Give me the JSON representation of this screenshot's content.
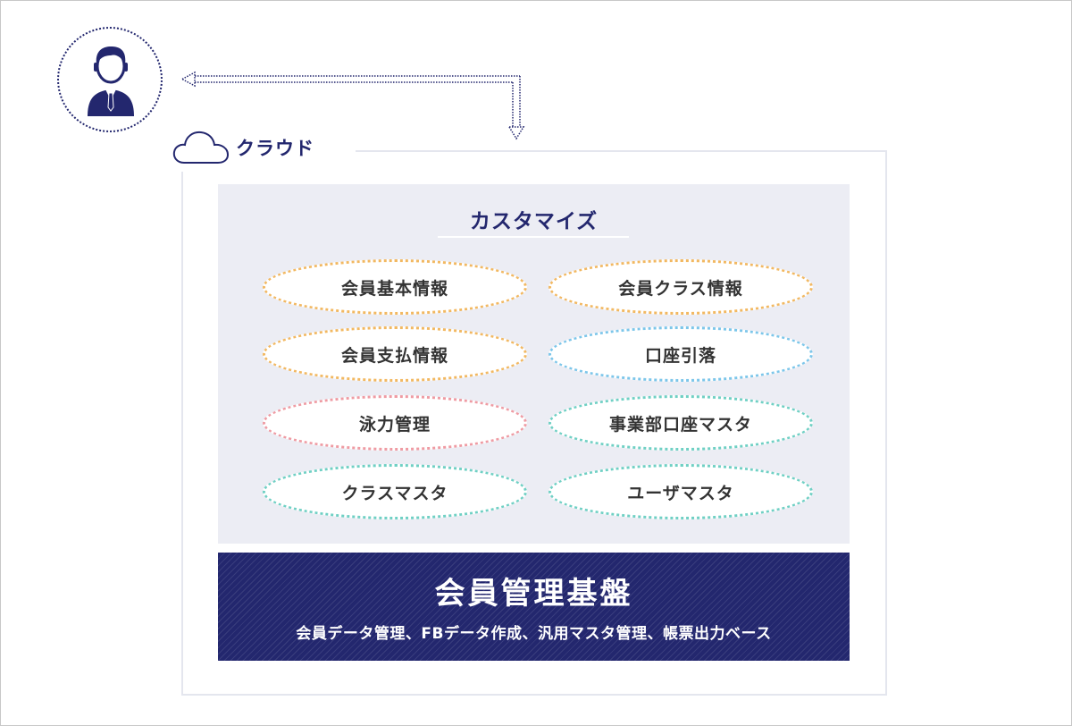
{
  "colors": {
    "navy": "#23276e",
    "panel_bg": "#ecedf4",
    "orange": "#f2b861",
    "blue": "#7cc6ea",
    "pink": "#ef9ba3",
    "teal": "#6fd0c4"
  },
  "icons": {
    "user": "businessman-icon",
    "cloud": "cloud-icon",
    "arrow": "dotted-double-arrow-icon"
  },
  "cloud": {
    "label": "クラウド"
  },
  "customize": {
    "title": "カスタマイズ",
    "items": [
      {
        "label": "会員基本情報",
        "color": "#f2b861"
      },
      {
        "label": "会員クラス情報",
        "color": "#f2b861"
      },
      {
        "label": "会員支払情報",
        "color": "#f2b861"
      },
      {
        "label": "口座引落",
        "color": "#7cc6ea"
      },
      {
        "label": "泳力管理",
        "color": "#ef9ba3"
      },
      {
        "label": "事業部口座マスタ",
        "color": "#6fd0c4"
      },
      {
        "label": "クラスマスタ",
        "color": "#6fd0c4"
      },
      {
        "label": "ユーザマスタ",
        "color": "#6fd0c4"
      }
    ]
  },
  "base": {
    "title": "会員管理基盤",
    "subtitle": "会員データ管理、FBデータ作成、汎用マスタ管理、帳票出力ベース"
  }
}
